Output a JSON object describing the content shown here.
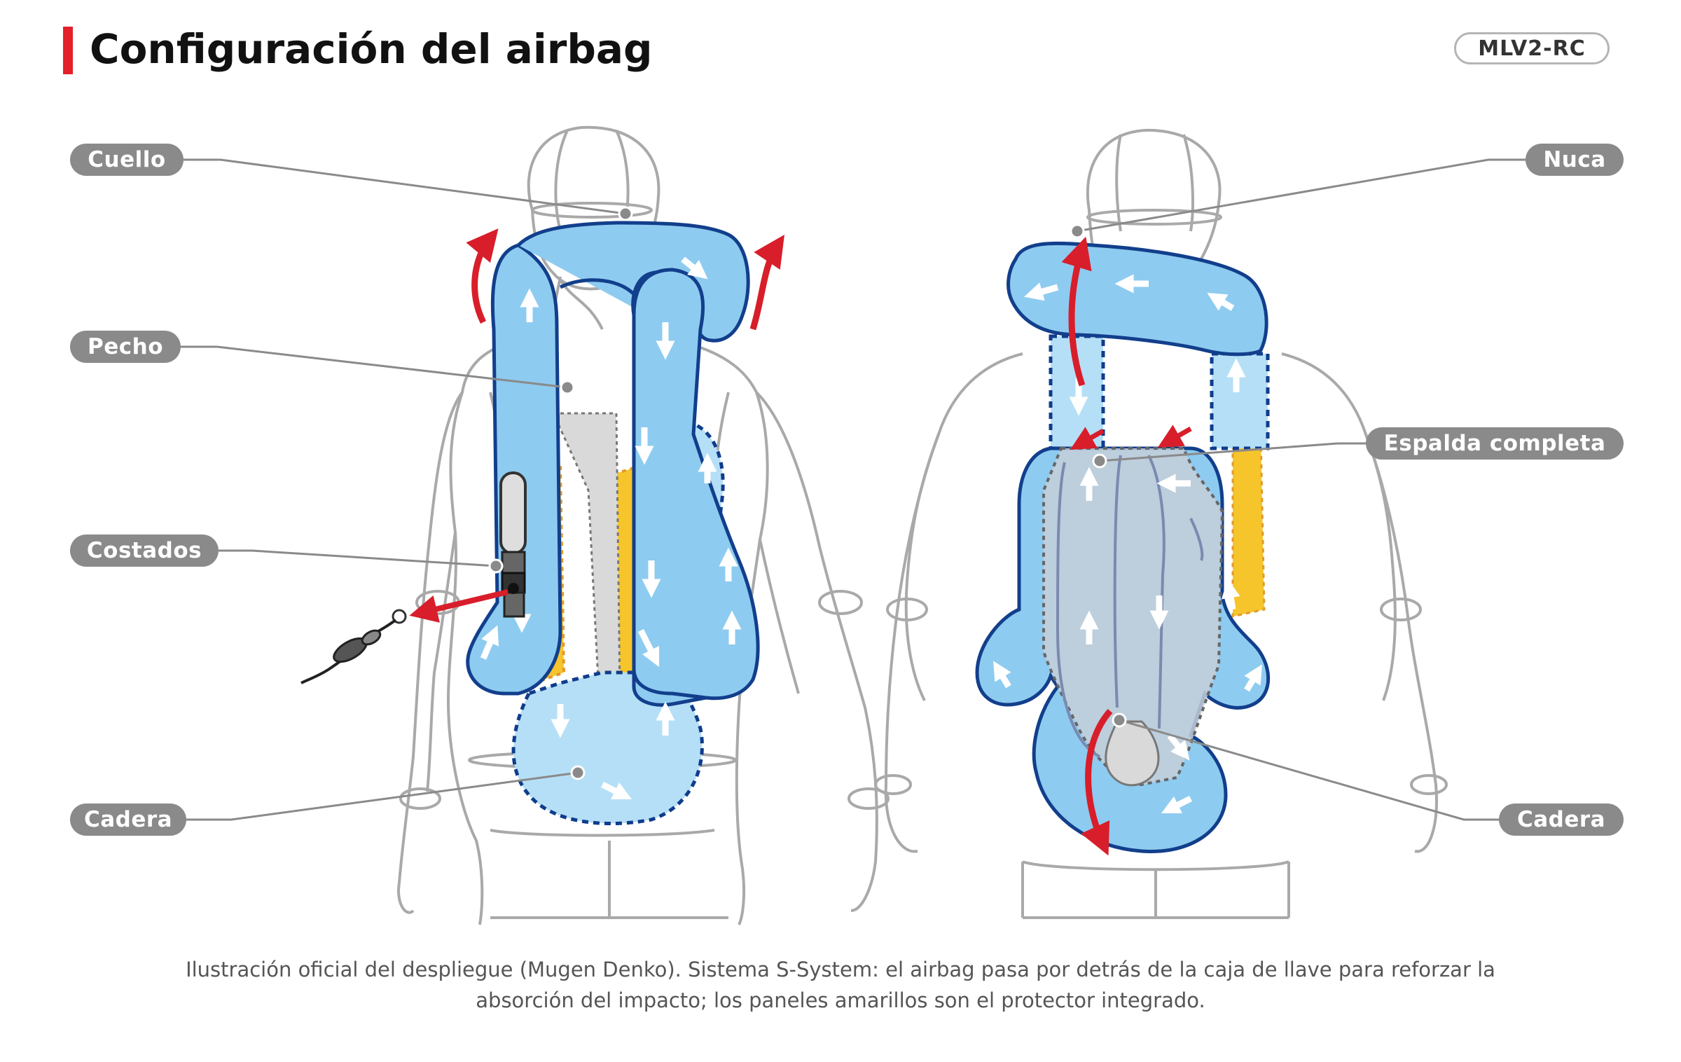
{
  "header": {
    "title": "Configuración del airbag",
    "model": "MLV2-RC"
  },
  "labels": {
    "front": {
      "neck": "Cuello",
      "chest": "Pecho",
      "sides": "Costados",
      "hip": "Cadera"
    },
    "back": {
      "nape": "Nuca",
      "full_back": "Espalda completa",
      "hip": "Cadera"
    }
  },
  "caption": {
    "line1": "Ilustración oficial del despliegue (Mugen Denko). Sistema S-System: el airbag pasa por detrás de la caja de llave para reforzar la",
    "line2": "absorción del impacto; los paneles amarillos son el protector integrado."
  },
  "colors": {
    "accent": "#e3202b",
    "airbag_fill": "#8ecbf0",
    "airbag_stroke": "#123f8c",
    "protector": "#f6c52b",
    "pill": "#8a8a8a",
    "arrow": "#d81e2a"
  }
}
